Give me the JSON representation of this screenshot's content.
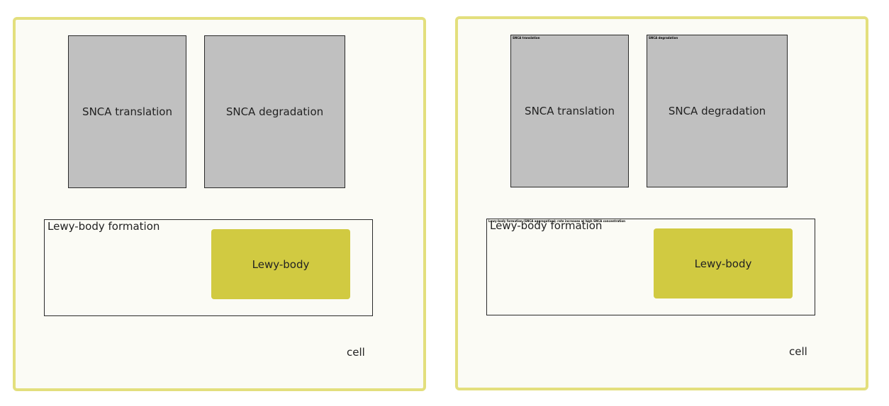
{
  "colors": {
    "cell_border": "#e3df7d",
    "cell_fill": "#fbfbf5",
    "process_fill": "#c0c0c0",
    "lewy_body_fill": "#d1ca41"
  },
  "panels": [
    {
      "cell_label": "cell",
      "processes": [
        "SNCA translation",
        "SNCA degradation"
      ],
      "compartment_label": "Lewy-body formation",
      "lewy_body_label": "Lewy-body"
    },
    {
      "cell_label": "cell",
      "processes": [
        "SNCA translation",
        "SNCA degradation"
      ],
      "process_small_labels": [
        "SNCA translation",
        "SNCA degradation"
      ],
      "compartment_label": "Lewy-body formation",
      "compartment_small_label": "Lewy-body formation (SNCA aggregation); rate increases at high SNCA concentration",
      "lewy_body_label": "Lewy-body"
    }
  ]
}
